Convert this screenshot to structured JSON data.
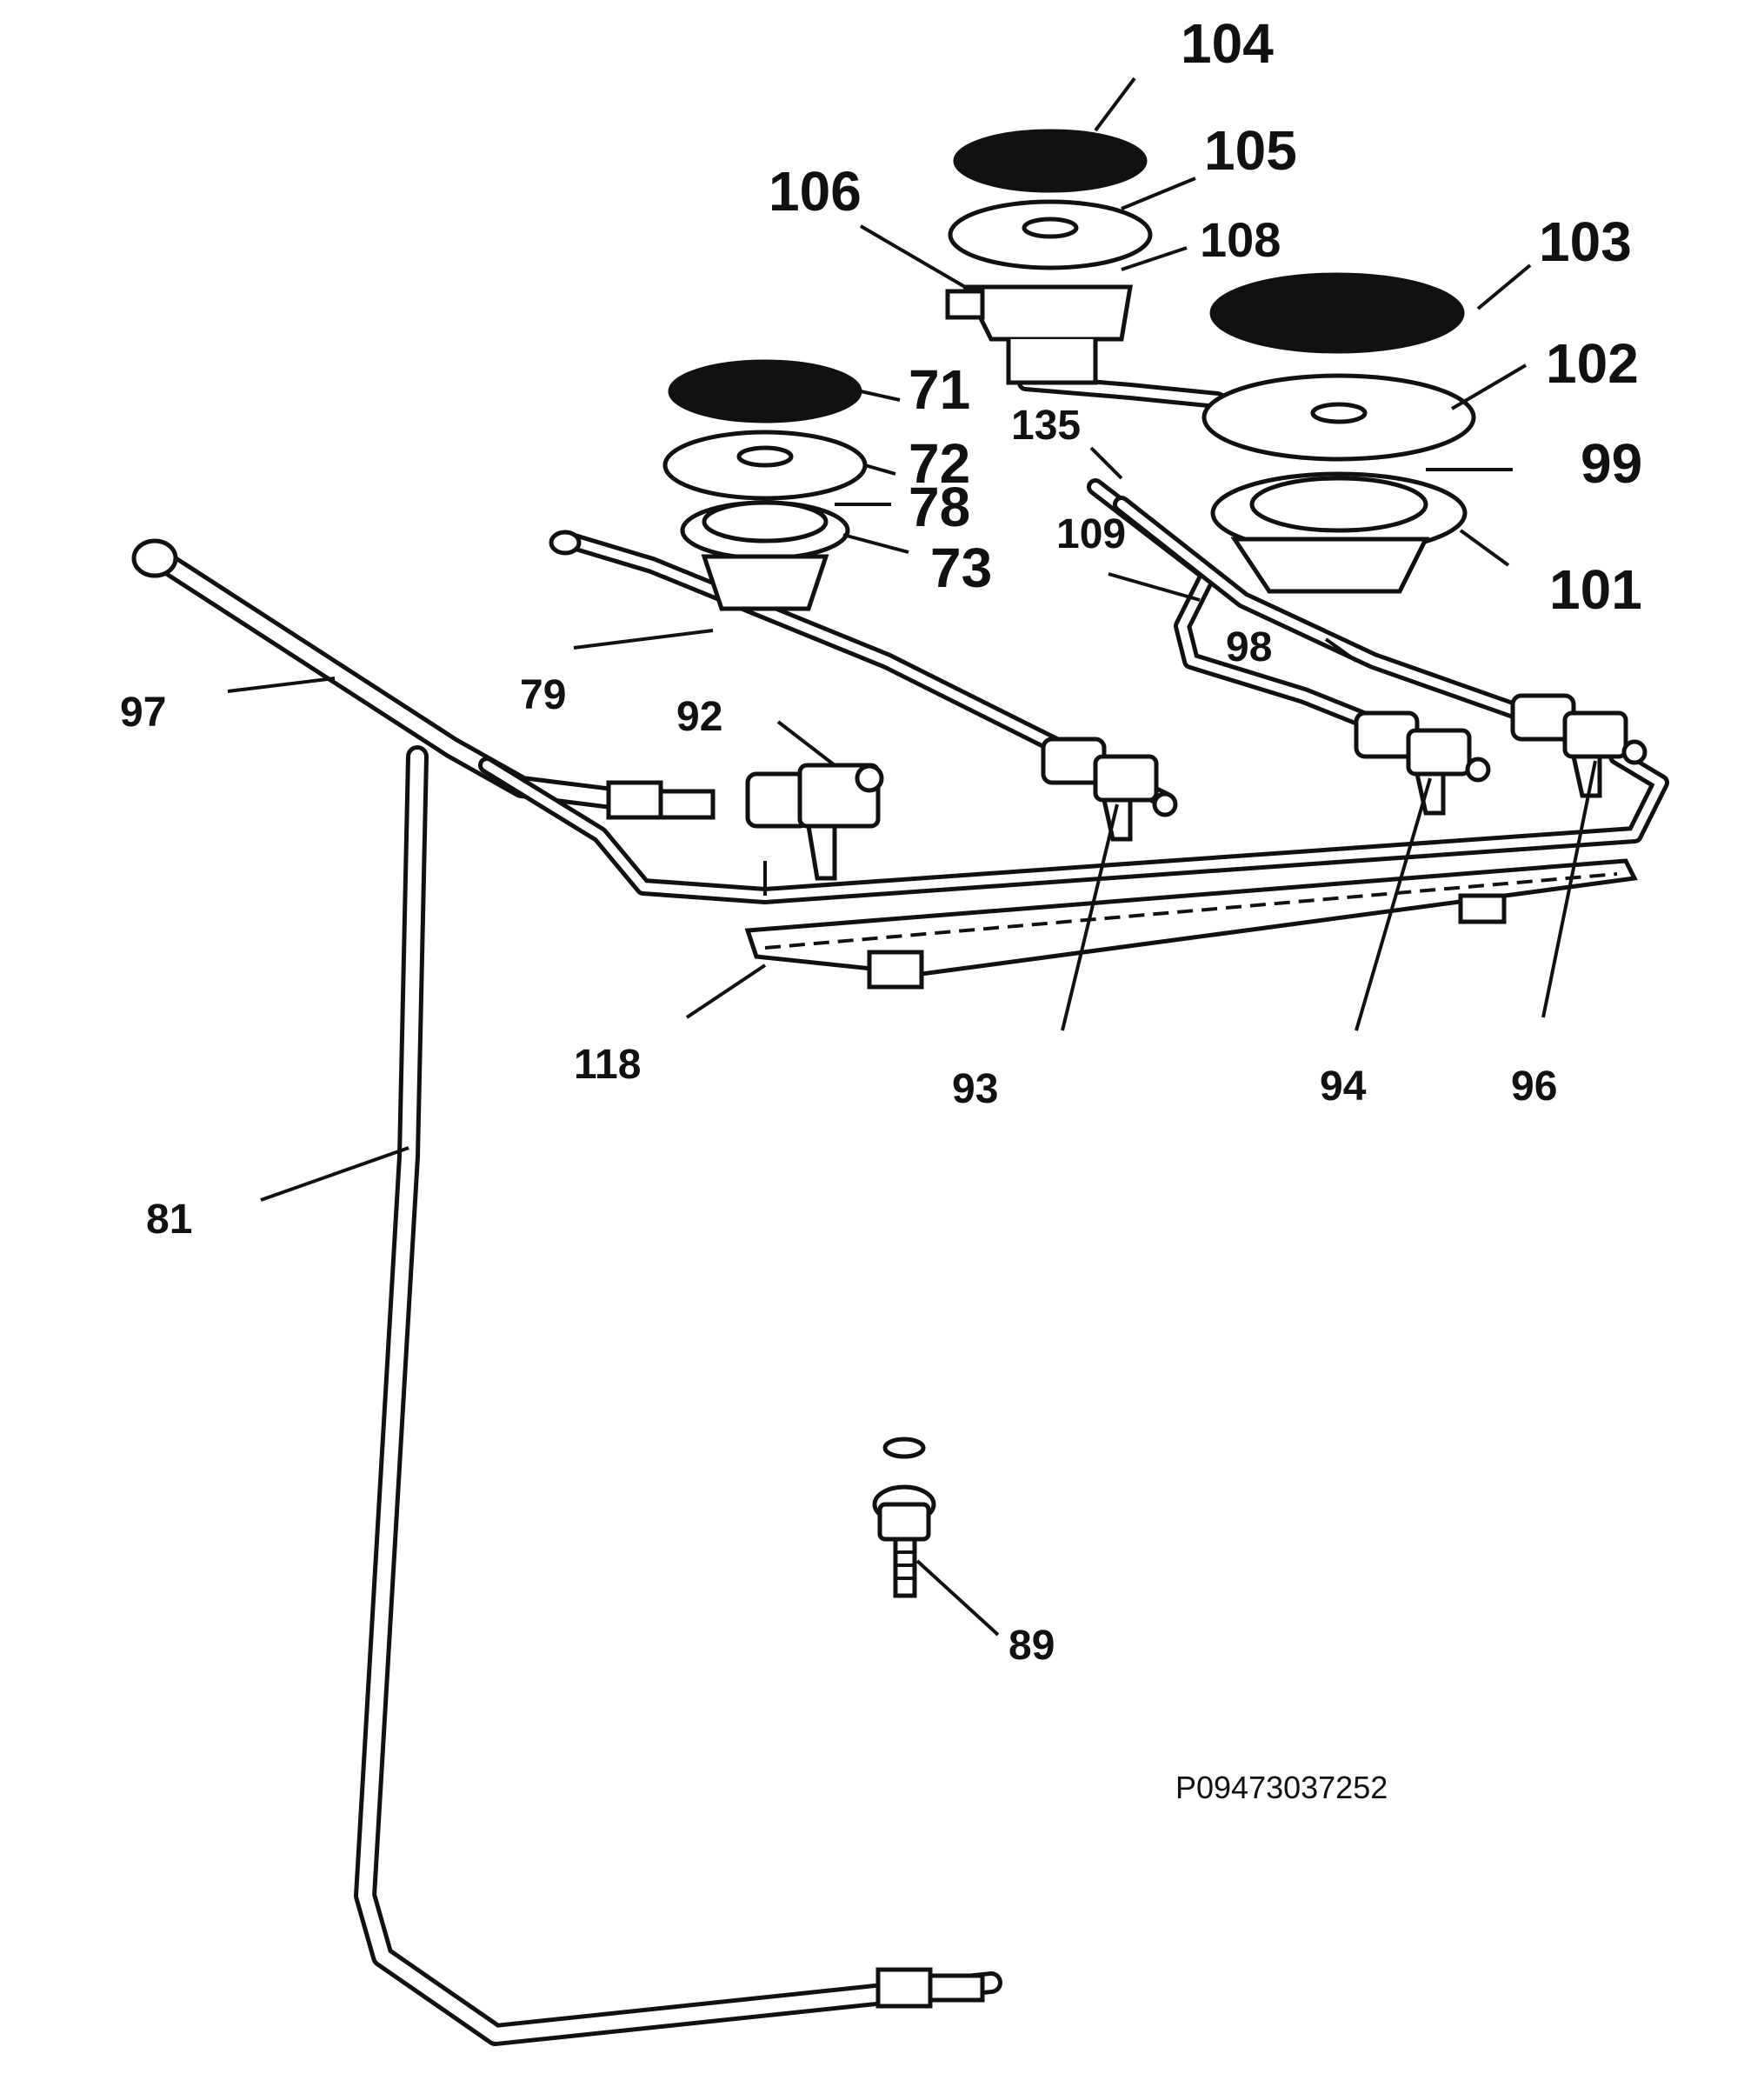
{
  "diagram": {
    "drawing_code": "P09473037252",
    "labels": {
      "l104": "104",
      "l105": "105",
      "l106": "106",
      "l108": "108",
      "l103": "103",
      "l102": "102",
      "l99": "99",
      "l101": "101",
      "l71": "71",
      "l72": "72",
      "l78": "78",
      "l73": "73",
      "l135": "135",
      "l109": "109",
      "l98": "98",
      "l97": "97",
      "l79": "79",
      "l92": "92",
      "l118": "118",
      "l93": "93",
      "l94": "94",
      "l96": "96",
      "l81": "81",
      "l89": "89"
    }
  }
}
